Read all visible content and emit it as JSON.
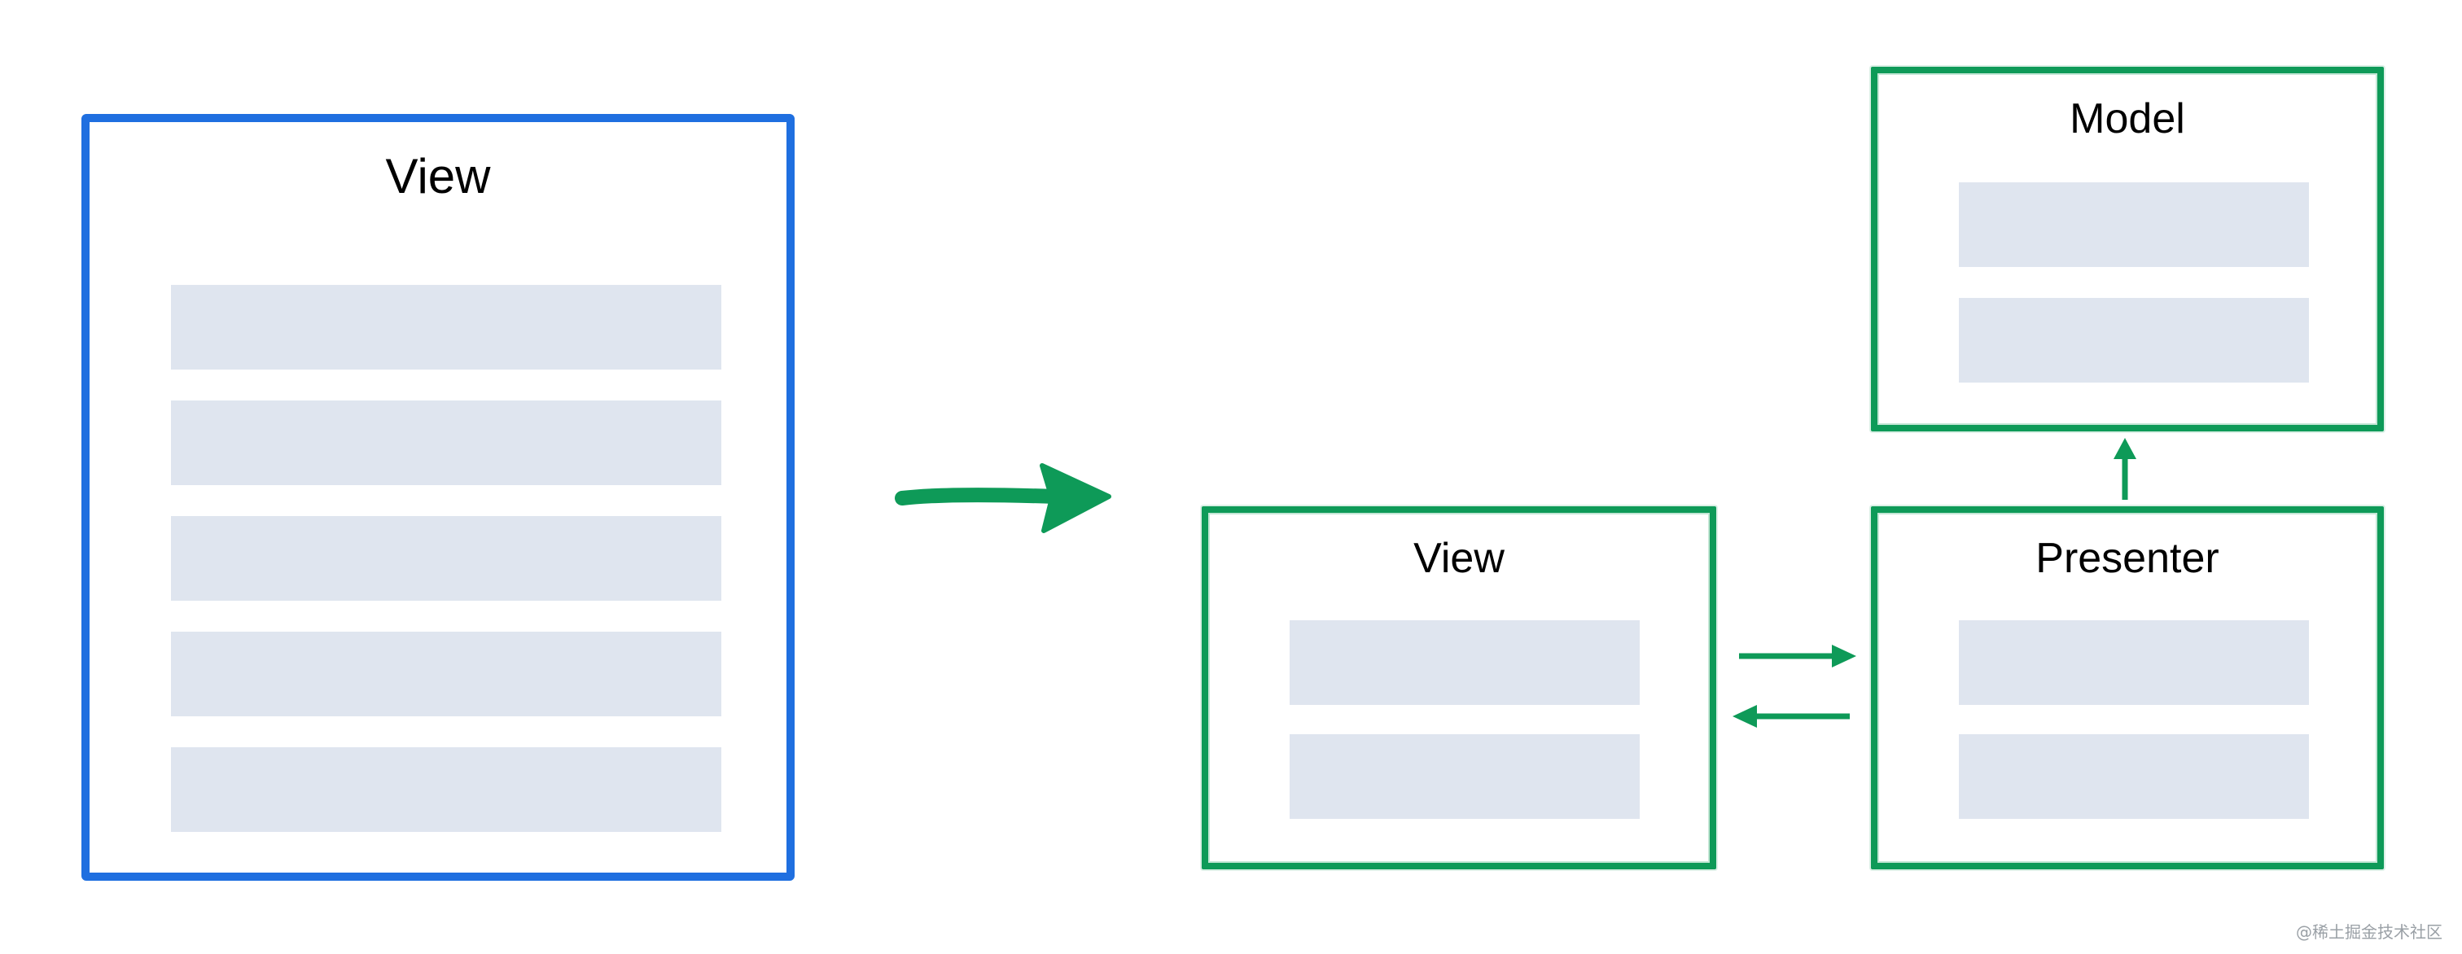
{
  "left": {
    "view_title": "View",
    "bar_count": 5
  },
  "right": {
    "view": {
      "title": "View",
      "bar_count": 2
    },
    "presenter": {
      "title": "Presenter",
      "bar_count": 2
    },
    "model": {
      "title": "Model",
      "bar_count": 2
    }
  },
  "colors": {
    "blue_border": "#1f6fe0",
    "green_border": "#0e9a58",
    "bar_fill": "#dfe5ef"
  },
  "watermark": "@稀土掘金技术社区"
}
